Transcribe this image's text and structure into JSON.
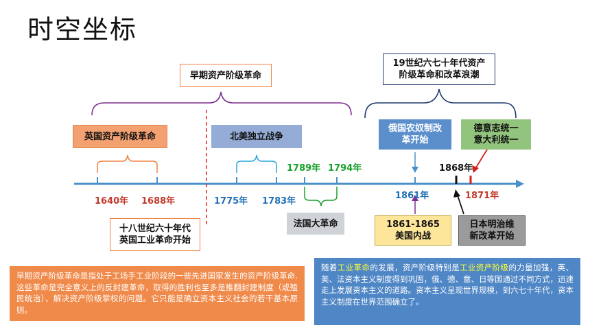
{
  "title": "时空坐标",
  "brackets": {
    "early": "早期资产阶级革命",
    "wave": "19世纪六七十年代资产阶级革命和改革浪潮"
  },
  "events": {
    "english": "英国资产阶级革命",
    "american": "北美独立战争",
    "french": "法国大革命",
    "russian": "俄国农奴制改革开始",
    "german_italian": "德意志统一意大利统一",
    "industrial": "十八世纪六十年代英国工业革命开始",
    "us_civil_war": "1861-1865美国内战",
    "meiji": "日本明治维新改革开始"
  },
  "years": {
    "y1640": "1640年",
    "y1688": "1688年",
    "y1775": "1775年",
    "y1783": "1783年",
    "y1789": "1789年",
    "y1794": "1794年",
    "y1861": "1861年",
    "y1868": "1868年",
    "y1871": "1871年"
  },
  "notes": {
    "left": "早期资产阶级革命是指处于工场手工业阶段的一些先进国家发生的资产阶级革命.这些革命是完全意义上的反封建革命，取得的胜利也至多是推翻封建制度（或殖民统治）、解决资产阶级掌权的问题。它只能是确立资本主义社会的若干基本原则。",
    "right_p1": "随着",
    "right_h1": "工业革命",
    "right_p2": "的发展，资产阶级特别是",
    "right_h2": "工业资产阶级",
    "right_p3": "的力量加强，英、美、法资本主义制度得到巩固，俄、德、意、日等国通过不同方式，迅速走上发展资本主义的道路。资本主义呈现世界规模，到六七十年代，资本主义制度在世界范围确立了。"
  },
  "colors": {
    "axis": "#4a90c8",
    "red": "#c0392b",
    "green": "#16a02a",
    "blue": "#1f6fb5",
    "purple": "#7b2f8e",
    "orange": "#f08040",
    "navy": "#1f3a6d"
  }
}
